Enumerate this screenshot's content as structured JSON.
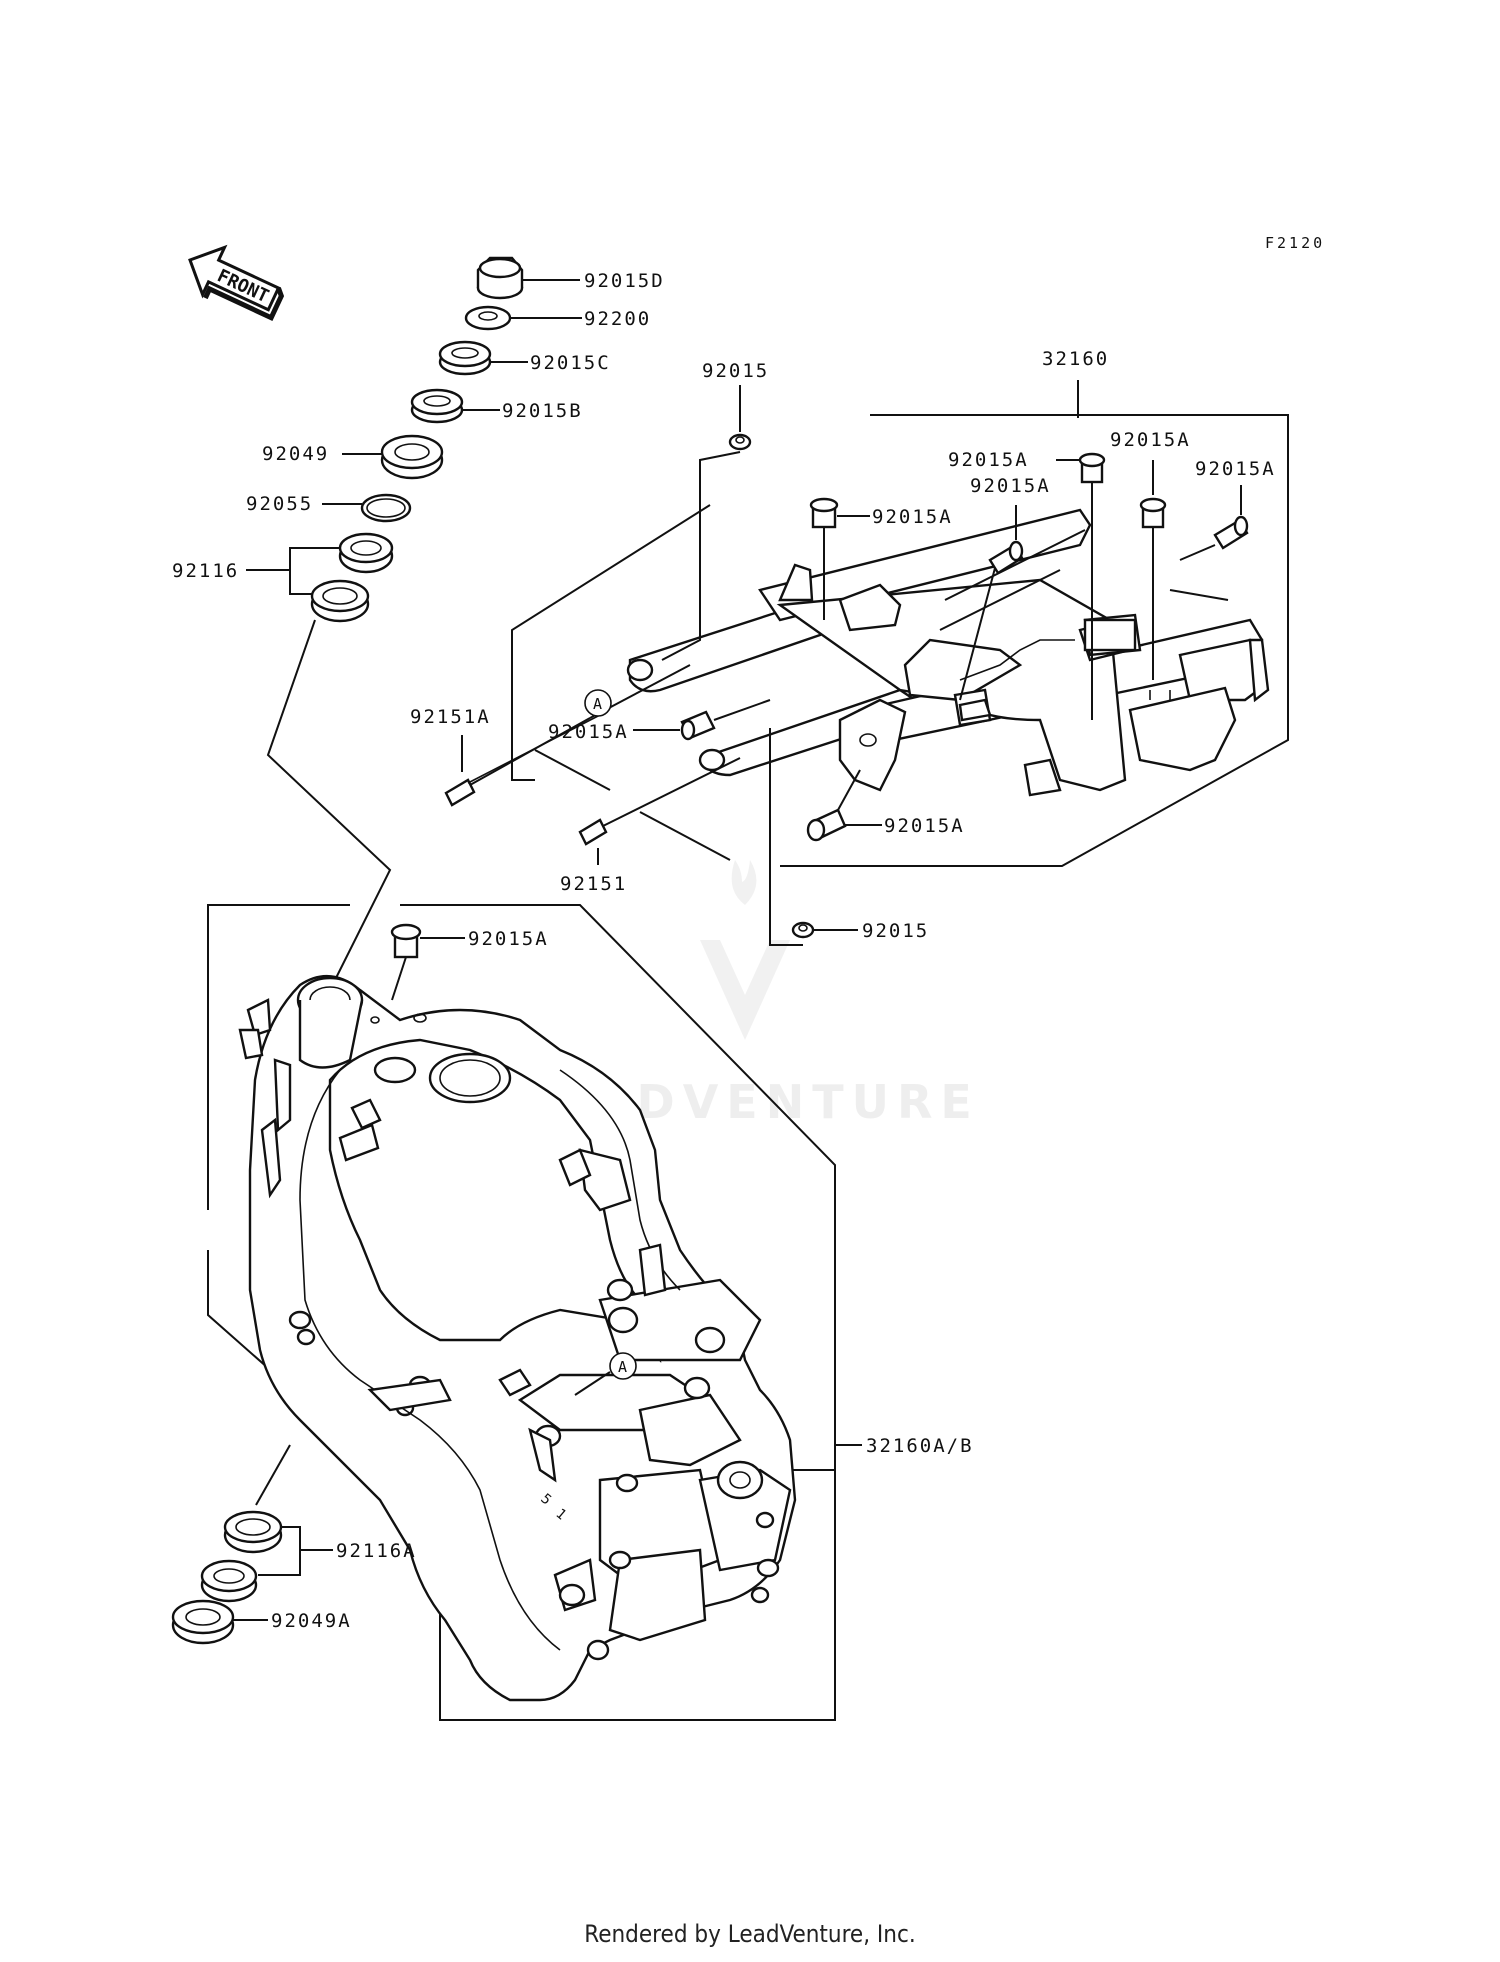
{
  "diagram": {
    "code": "F2120",
    "front_arrow_label": "FRONT",
    "watermark": "LEADVENTURE",
    "callout_letter": "A",
    "parts": {
      "p92015D": "92015D",
      "p92200": "92200",
      "p92015C": "92015C",
      "p92015B": "92015B",
      "p92049": "92049",
      "p92055": "92055",
      "p92116": "92116",
      "p92015_top": "92015",
      "p32160": "32160",
      "p92015A_1": "92015A",
      "p92015A_2": "92015A",
      "p92015A_3": "92015A",
      "p92015A_4": "92015A",
      "p92015A_5": "92015A",
      "p92151A": "92151A",
      "p92015A_6": "92015A",
      "p92015A_7": "92015A",
      "p92151": "92151",
      "p92015_bottom": "92015",
      "p92015A_8": "92015A",
      "p32160AB": "32160A/B",
      "p92116A": "92116A",
      "p92049A": "92049A"
    }
  },
  "footer": "Rendered by LeadVenture, Inc."
}
